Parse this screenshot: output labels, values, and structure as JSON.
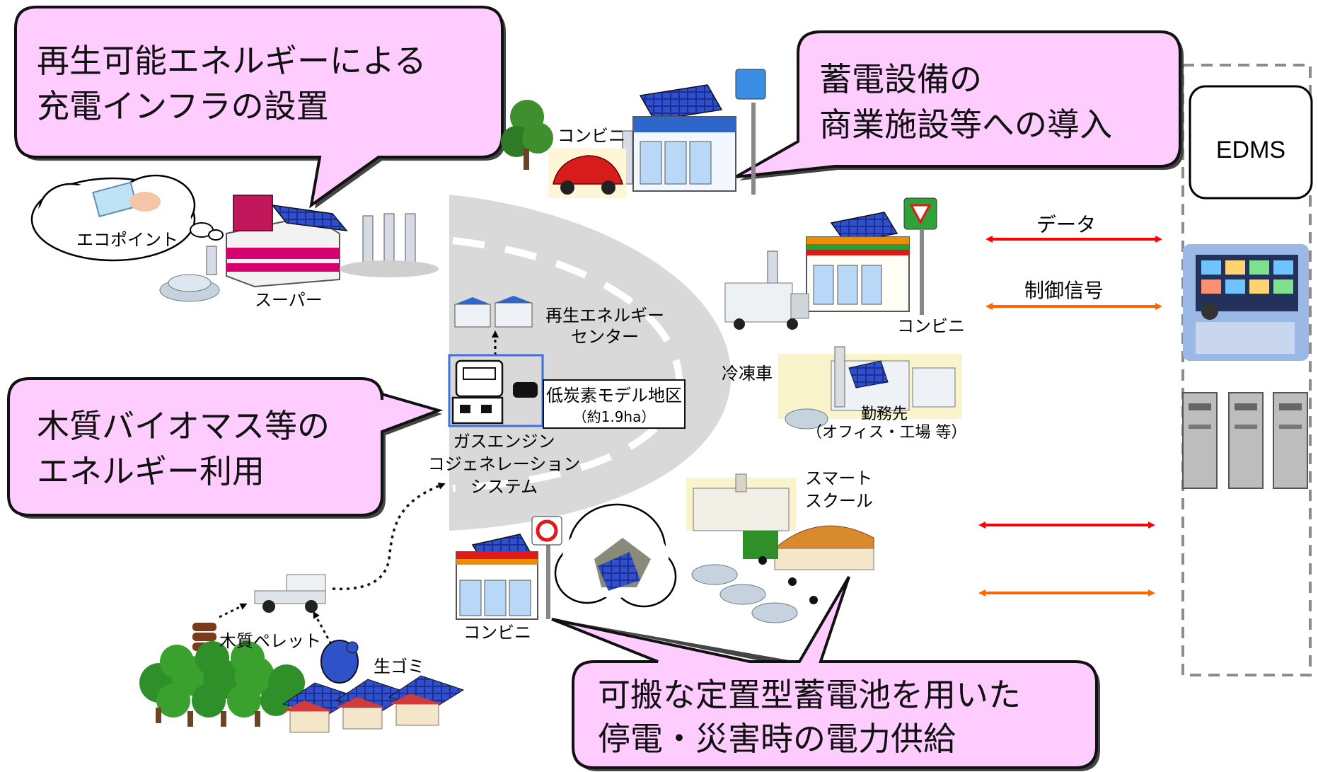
{
  "callouts": {
    "renewable_charging": [
      "再生可能エネルギーによる",
      "充電インフラの設置"
    ],
    "storage_commercial": [
      "蓄電設備の",
      "商業施設等への導入"
    ],
    "biomass": [
      "木質バイオマス等の",
      "エネルギー利用"
    ],
    "portable_battery": [
      "可搬な定置型蓄電池を用いた",
      "停電・災害時の電力供給"
    ]
  },
  "labels": {
    "ecopoint": "エコポイント",
    "supermarket": "スーパー",
    "convenience_top": "コンビニ",
    "convenience_mid": "コンビニ",
    "convenience_bottom": "コンビニ",
    "renewable_center": [
      "再生エネルギー",
      "センター"
    ],
    "low_carbon_district": [
      "低炭素モデル地区",
      "（約1.9ha）"
    ],
    "gas_engine_cogeneration": [
      "ガスエンジン",
      "コジェネレーション",
      "システム"
    ],
    "refrigerated_truck": "冷凍車",
    "workplace": [
      "勤務先",
      "（オフィス・工場 等）"
    ],
    "smart_school": [
      "スマート",
      "スクール"
    ],
    "wood_pellet": "木質ペレット",
    "food_waste": "生ゴミ",
    "data": "データ",
    "control_signal": "制御信号",
    "edms": "EDMS"
  },
  "colors": {
    "callout_fill": "#ffccff",
    "callout_stroke": "#111111",
    "road": "#d9d9d9",
    "data_arrow": "#ff0000",
    "control_arrow": "#ff6600",
    "panel_border": "#8c8c8c"
  }
}
